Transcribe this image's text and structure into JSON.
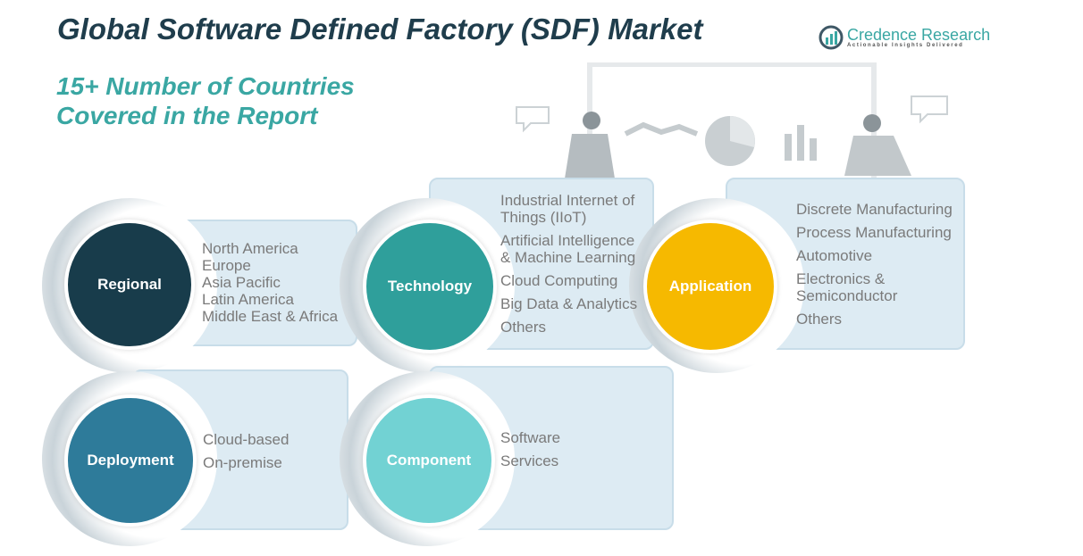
{
  "title": "Global Software Defined Factory (SDF) Market",
  "subtitle_line1": "15+ Number of Countries",
  "subtitle_line2": "Covered in the Report",
  "logo": {
    "name": "Credence Research",
    "tagline": "Actionable Insights Delivered"
  },
  "segments": {
    "regional": {
      "label": "Regional",
      "color": "#183c4b",
      "items": [
        "North America",
        "Europe",
        "Asia Pacific",
        "Latin America",
        "Middle East & Africa"
      ]
    },
    "technology": {
      "label": "Technology",
      "color": "#2f9f9b",
      "items": [
        "Industrial Internet of Things (IIoT)",
        "Artificial Intelligence & Machine Learning",
        "Cloud Computing",
        "Big Data & Analytics",
        "Others"
      ]
    },
    "application": {
      "label": "Application",
      "color": "#f6b900",
      "items": [
        "Discrete Manufacturing",
        "Process Manufacturing",
        "Automotive",
        "Electronics & Semiconductor",
        "Others"
      ]
    },
    "deployment": {
      "label": "Deployment",
      "color": "#2e7b9a",
      "items": [
        "Cloud-based",
        "On-premise"
      ]
    },
    "component": {
      "label": "Component",
      "color": "#72d2d3",
      "items": [
        "Software",
        "Services"
      ]
    }
  }
}
